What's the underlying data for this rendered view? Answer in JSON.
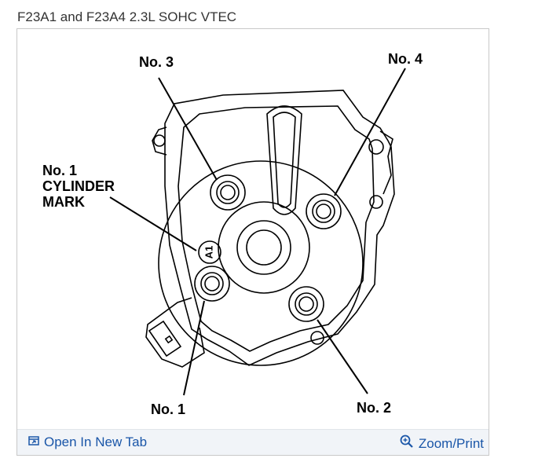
{
  "page": {
    "title": "F23A1 and F23A4 2.3L SOHC VTEC"
  },
  "diagram": {
    "labels": {
      "no3": "No. 3",
      "no4": "No. 4",
      "no1_mark_line1": "No. 1",
      "no1_mark_line2": "CYLINDER",
      "no1_mark_line3": "MARK",
      "no1": "No. 1",
      "no2": "No. 2",
      "a1": "A1"
    }
  },
  "footer": {
    "open_label": "Open In New Tab",
    "zoom_label": "Zoom/Print",
    "link_color": "#1a56a8"
  },
  "icons": {
    "open": "external-tab-icon",
    "zoom": "magnifier-icon"
  }
}
